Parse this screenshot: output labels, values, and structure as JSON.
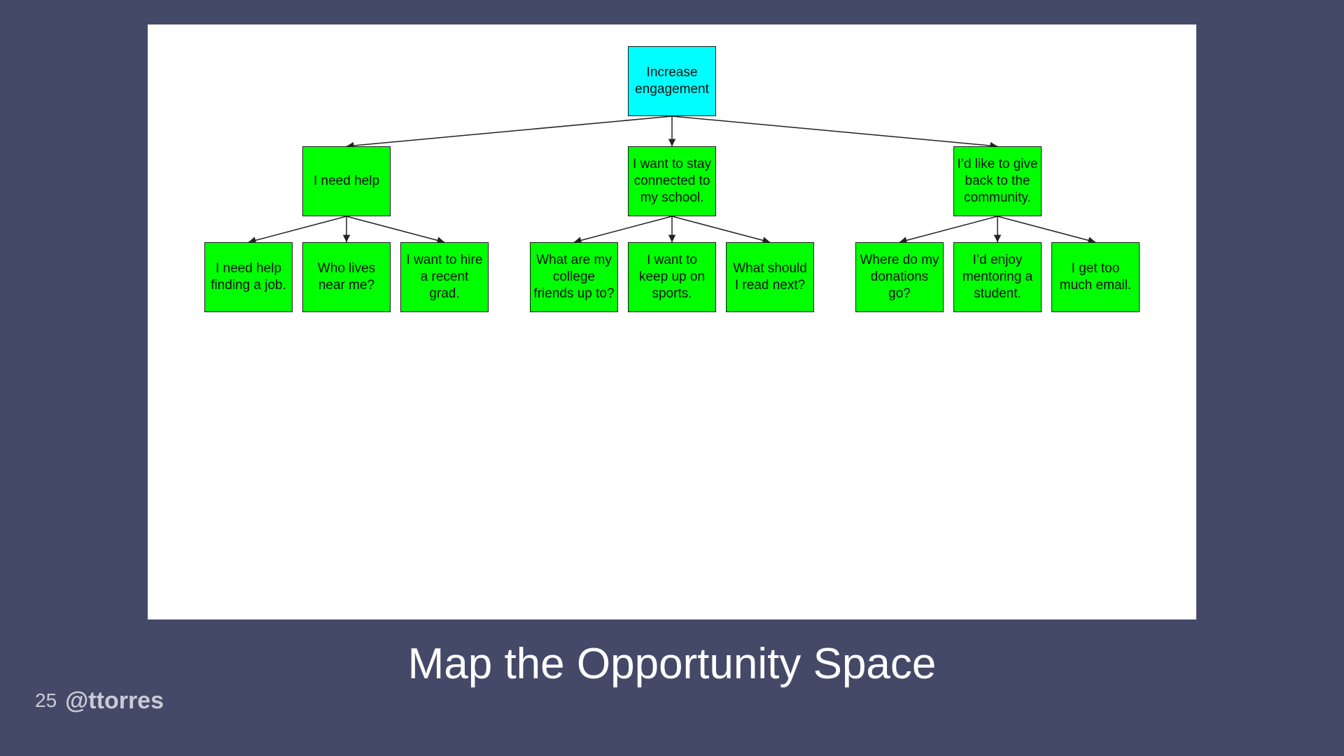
{
  "diagram": {
    "root": {
      "label": "Increase engagement"
    },
    "branches": [
      {
        "label": "I need help",
        "children": [
          "I need help finding a job.",
          "Who lives near me?",
          "I want to hire a recent grad."
        ]
      },
      {
        "label": "I want to stay connected to my school.",
        "children": [
          "What are my college friends up to?",
          "I want to keep up on sports.",
          "What should I read next?"
        ]
      },
      {
        "label": "I’d like to give back to the community.",
        "children": [
          "Where do my donations go?",
          "I’d enjoy mentoring a student.",
          "I get too much email."
        ]
      }
    ],
    "colors": {
      "root_fill": "#00ffff",
      "node_fill": "#00ff00",
      "edge": "#222222"
    }
  },
  "slide": {
    "title": "Map the Opportunity Space",
    "page_number": "25",
    "handle": "@ttorres"
  }
}
